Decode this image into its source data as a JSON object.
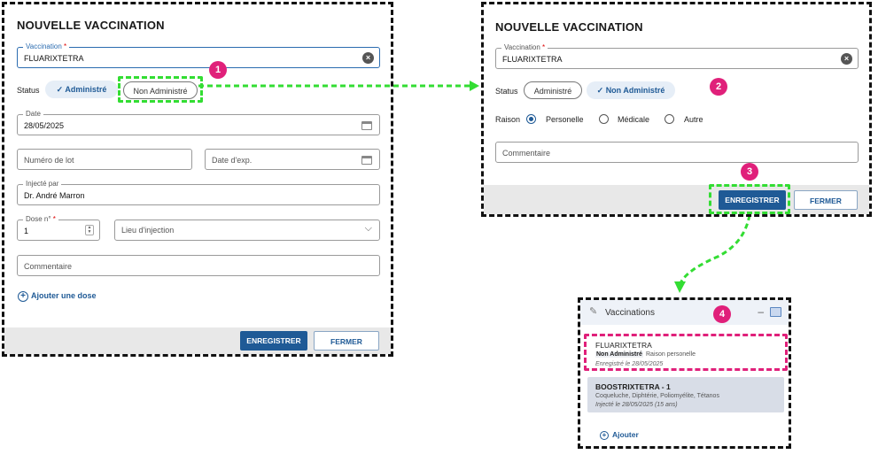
{
  "panel1": {
    "title": "NOUVELLE VACCINATION",
    "vaccine": {
      "label": "Vaccination",
      "required": "*",
      "value": "FLUARIXTETRA"
    },
    "status": {
      "label": "Status",
      "administre": "Administré",
      "non_administre": "Non Administré"
    },
    "date": {
      "label": "Date",
      "value": "28/05/2025"
    },
    "lot_placeholder": "Numéro de lot",
    "exp_placeholder": "Date d'exp.",
    "injecte": {
      "label": "Injecté par",
      "value": "Dr. André Marron"
    },
    "dose": {
      "label": "Dose n°",
      "required": "*",
      "value": "1"
    },
    "lieu_placeholder": "Lieu d'injection",
    "commentaire_placeholder": "Commentaire",
    "add_dose": "Ajouter une dose",
    "save": "ENREGISTRER",
    "close": "FERMER"
  },
  "panel2": {
    "title": "NOUVELLE VACCINATION",
    "vaccine": {
      "label": "Vaccination",
      "required": "*",
      "value": "FLUARIXTETRA"
    },
    "status": {
      "label": "Status",
      "administre": "Administré",
      "non_administre": "Non Administré"
    },
    "raison": {
      "label": "Raison",
      "options": [
        "Personelle",
        "Médicale",
        "Autre"
      ],
      "selected": "Personelle"
    },
    "commentaire_placeholder": "Commentaire",
    "save": "ENREGISTRER",
    "close": "FERMER"
  },
  "panel3": {
    "title": "Vaccinations",
    "items": [
      {
        "name": "FLUARIXTETRA",
        "status": "Non Administré",
        "reason": "Raison personelle",
        "date": "Enregistré le 28/05/2025"
      },
      {
        "name": "BOOSTRIXTETRA - 1",
        "desc": "Coqueluche, Diphtérie, Poliomyélite, Tétanos",
        "date": "Injecté le 28/05/2025 (15 ans)"
      }
    ],
    "add": "Ajouter"
  },
  "steps": [
    "1",
    "2",
    "3",
    "4"
  ],
  "colors": {
    "accent": "#1f5a96",
    "highlight_green": "#33dd33",
    "highlight_pink": "#e0207a",
    "badge": "#e0207a"
  }
}
